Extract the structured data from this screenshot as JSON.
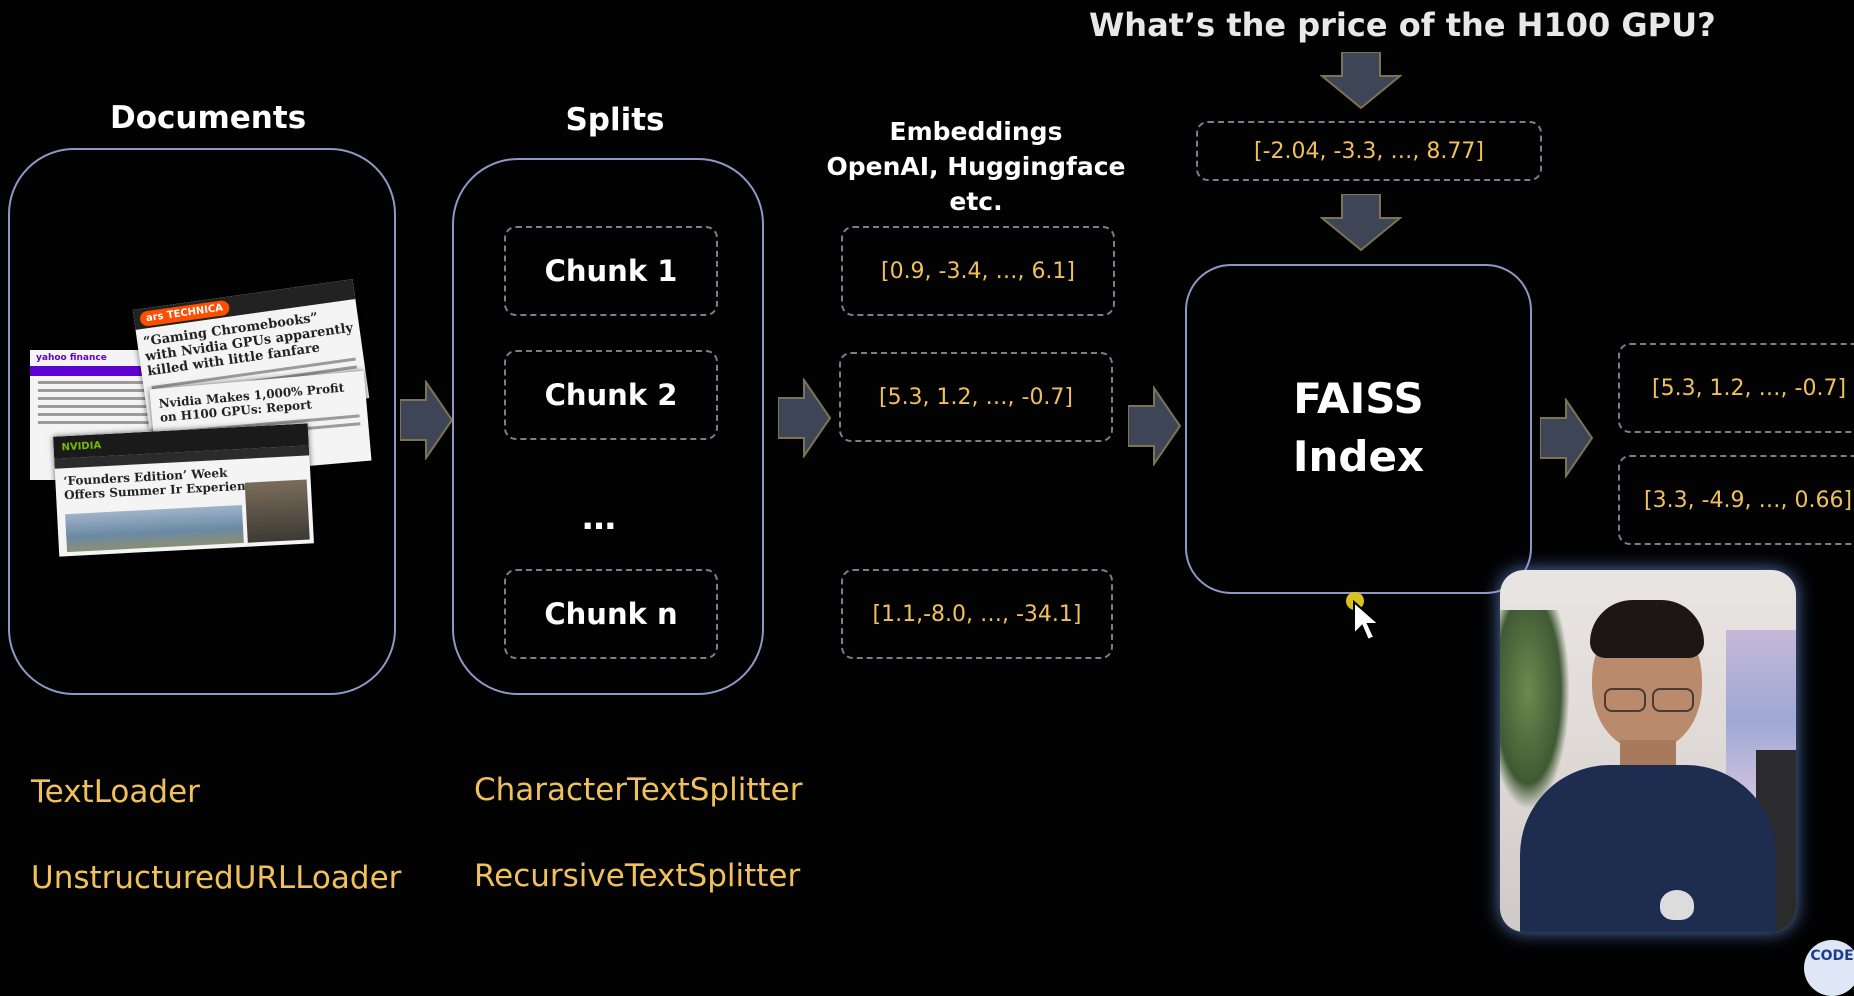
{
  "question": "What’s the price of the H100 GPU?",
  "query_vector": "[-2.04, -3.3, …, 8.77]",
  "documents": {
    "heading": "Documents",
    "articles": [
      {
        "source": "ars TECHNICA",
        "headline": "“Gaming Chromebooks” with Nvidia GPUs apparently killed with little fanfare"
      },
      {
        "source": "yahoo finance",
        "headline": "Nvidia Makes 1,000% Profit on H100 GPUs: Report"
      },
      {
        "source": "NVIDIA",
        "headline": "‘Founders Edition’ Week Offers Summer Ir Experience"
      }
    ]
  },
  "splits": {
    "heading": "Splits",
    "chunks": [
      "Chunk 1",
      "Chunk 2",
      "…",
      "Chunk n"
    ]
  },
  "embeddings": {
    "heading_line1": "Embeddings",
    "heading_line2": "OpenAI, Huggingface etc.",
    "vectors": [
      "[0.9, -3.4, …, 6.1]",
      "[5.3, 1.2, …, -0.7]",
      "[1.1,-8.0, …, -34.1]"
    ]
  },
  "faiss": {
    "line1": "FAISS",
    "line2": "Index"
  },
  "results": [
    "[5.3, 1.2, …, -0.7]",
    "[3.3, -4.9, …, 0.66]"
  ],
  "loaders": [
    "TextLoader",
    "UnstructuredURLLoader"
  ],
  "splitters": [
    "CharacterTextSplitter",
    "RecursiveTextSplitter"
  ],
  "watermark": "CODE",
  "colors": {
    "background": "#020203",
    "accent": "#efc05c",
    "panel_border": "#8d99c4",
    "arrow": "#3e4556"
  }
}
